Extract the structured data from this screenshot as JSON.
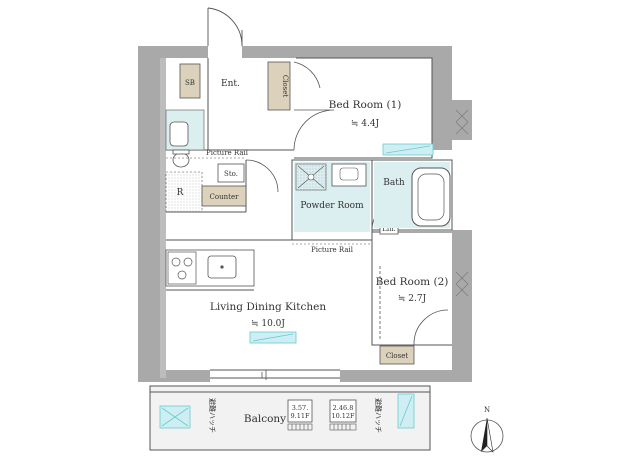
{
  "labels": {
    "sb": "SB",
    "ent": "Ent.",
    "closet_1": "Closet",
    "bed1_name": "Bed Room (1)",
    "bed1_size": "≒ 4.4J",
    "picture_rail_1": "Picture Rail",
    "sto": "Sto.",
    "r": "R",
    "counter": "Counter",
    "bath": "Bath",
    "powder_room": "Powder Room",
    "lin": "Lin.",
    "picture_rail_2": "Picture Rail",
    "bed2_name": "Bed Room (2)",
    "bed2_size": "≒ 2.7J",
    "ldk_name": "Living Dining Kitchen",
    "ldk_size": "≒ 10.0J",
    "closet_2": "Closet",
    "balcony": "Balcony",
    "ac1_a": "3.57.",
    "ac1_b": "9.11F",
    "ac2_a": "2.46.8",
    "ac2_b": "10.12F",
    "evac_left": "避難ハッチ",
    "evac_right": "避難ハッチ",
    "north": "N"
  },
  "colors": {
    "wall": "#a9a9a9",
    "line": "#555555",
    "closet_fill": "#dcd2bb",
    "water_fill": "#dbeef0",
    "window_glass": "#cfeef3",
    "balcony_fill": "#f2f2f2"
  }
}
